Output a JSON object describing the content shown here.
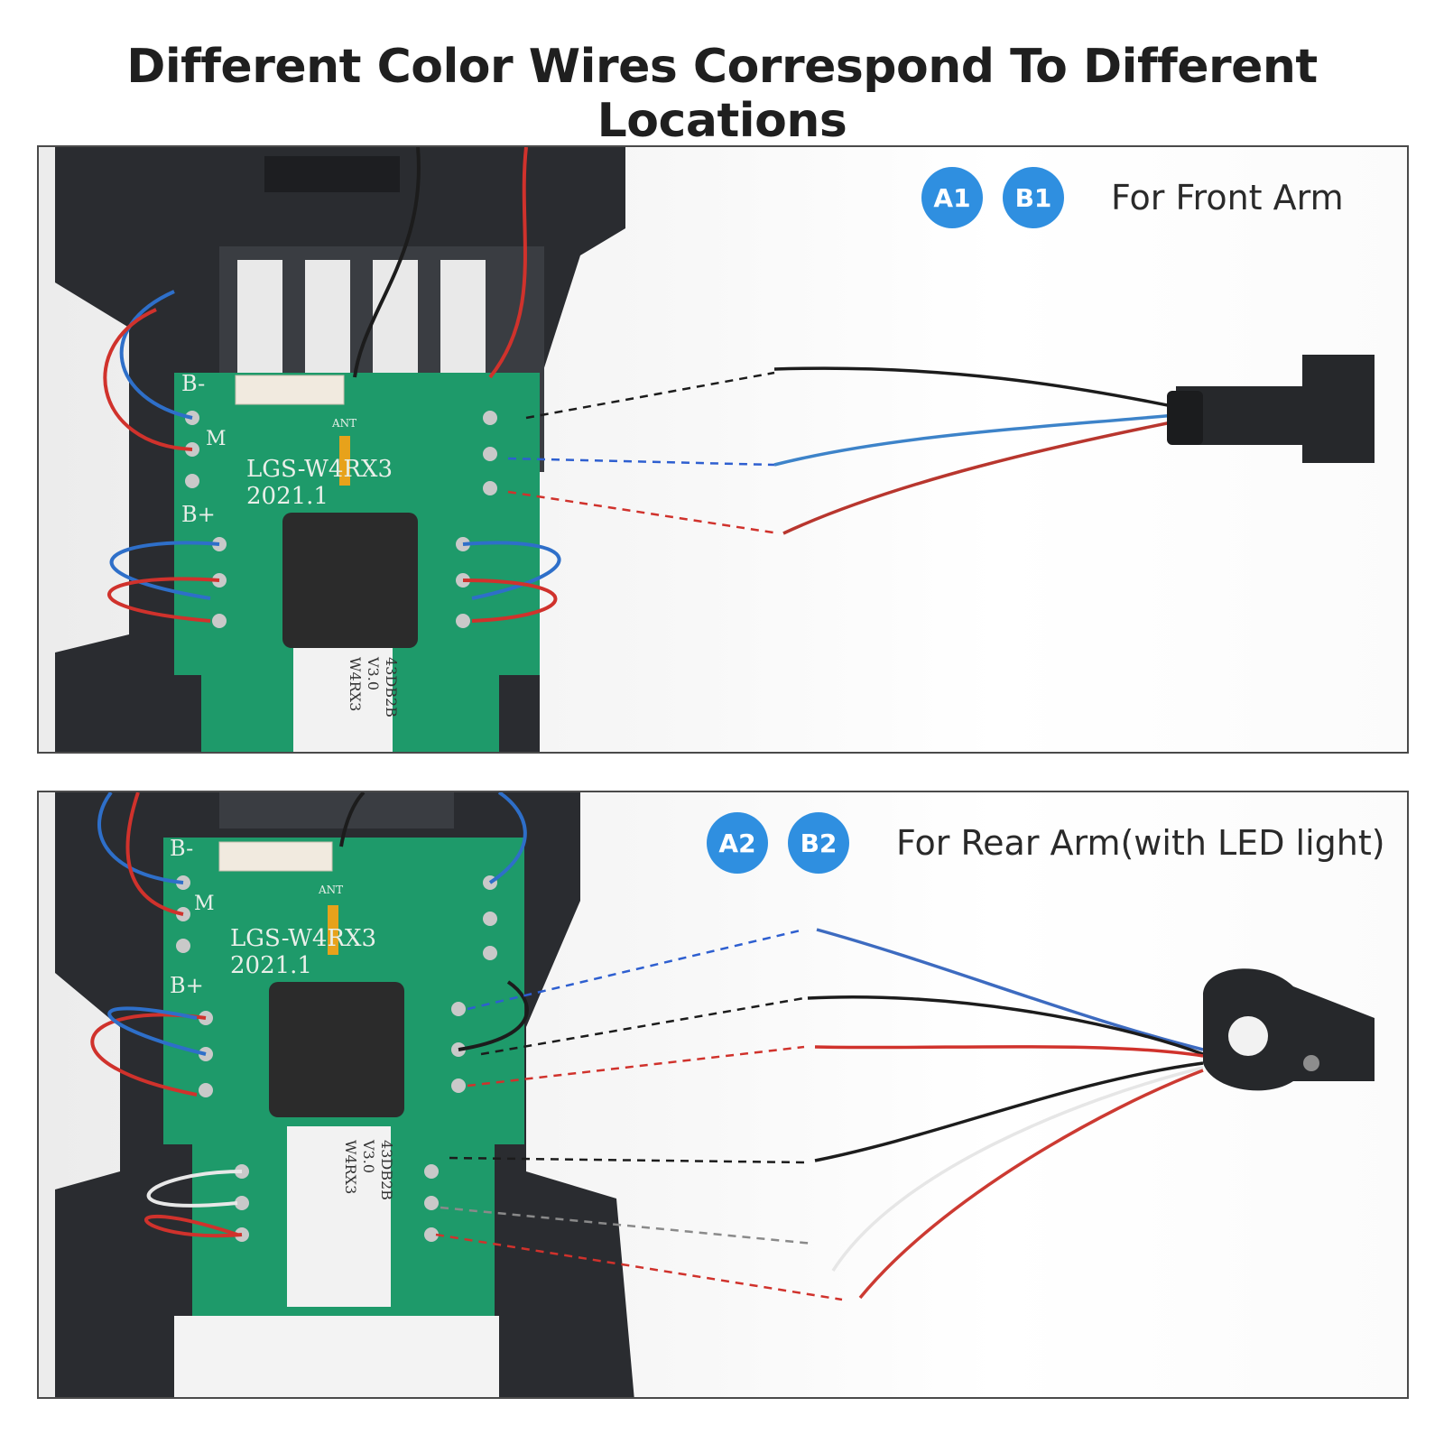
{
  "title": "Different Color Wires Correspond To Different Locations",
  "colors": {
    "badge": "#2f8fe0",
    "pcb": "#1e9a6a",
    "frame": "#2a2c30",
    "wire_red": "#d0322c",
    "wire_blue": "#2e6fc9",
    "wire_black": "#1c1c1c",
    "wire_white": "#e8e8e8",
    "wire_gray": "#8a8a8a"
  },
  "panels": [
    {
      "badges": [
        "A1",
        "B1"
      ],
      "label": "For Front Arm",
      "pcb_text": {
        "pad_b_minus": "B-",
        "pad_b_plus": "B+",
        "pad_m": "M",
        "model": "LGS-W4RX3",
        "date": "2021.1",
        "ant": "ANT",
        "sticker": [
          "W4RX3",
          "V3.0",
          "43DB2B"
        ]
      }
    },
    {
      "badges": [
        "A2",
        "B2"
      ],
      "label": "For Rear Arm(with LED light)",
      "pcb_text": {
        "pad_b_minus": "B-",
        "pad_b_plus": "B+",
        "pad_m": "M",
        "model": "LGS-W4RX3",
        "date": "2021.1",
        "ant": "ANT",
        "sticker": [
          "W4RX3",
          "V3.0",
          "43DB2B"
        ]
      }
    }
  ]
}
